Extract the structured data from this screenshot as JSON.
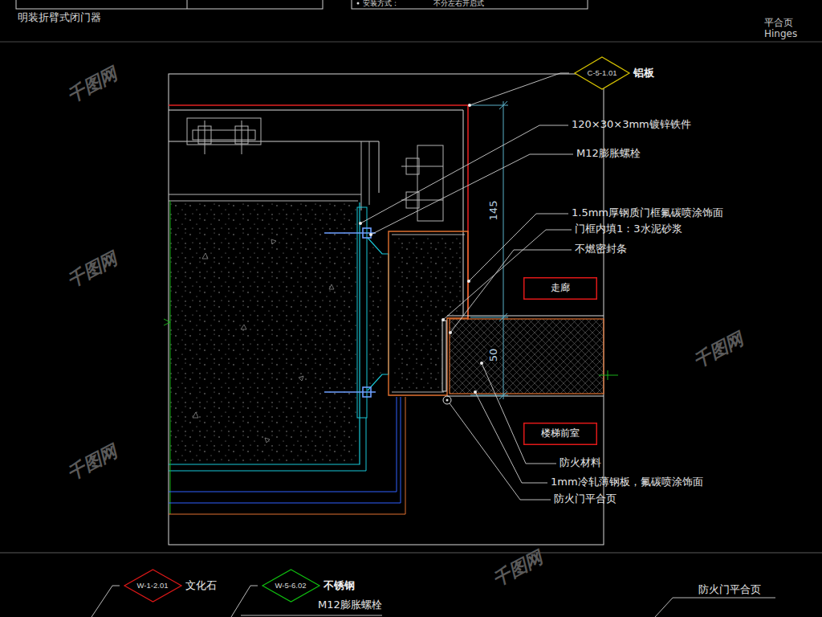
{
  "diagram": {
    "nodes": [
      {
        "text": [
          "C-5-1.01",
          "铝板"
        ]
      },
      {
        "text": [
          "走廊"
        ]
      },
      {
        "text": [
          "楼梯前室"
        ]
      },
      {
        "text": [
          "W-1-2.01",
          "文化石"
        ]
      },
      {
        "text": [
          "W-5-6.02",
          "不锈钢"
        ]
      }
    ],
    "labels": [
      "明装折臂式闭门器",
      "安装方式：",
      "不分左右开启式",
      "平合页",
      "Hinges",
      "120×30×3mm镀锌铁件",
      "M12膨胀螺栓",
      "145",
      "1.5mm厚钢质门框氟碳喷涂饰面",
      "门框内填1：3水泥砂浆",
      "不燃密封条",
      "50",
      "防火材料",
      "1mm冷轧薄钢板，氟碳喷涂饰面",
      "防火门平合页",
      "M12膨胀螺栓",
      "防火门平合页",
      "千图网",
      "千图网",
      "千图网",
      "千图网",
      "千图网"
    ]
  }
}
